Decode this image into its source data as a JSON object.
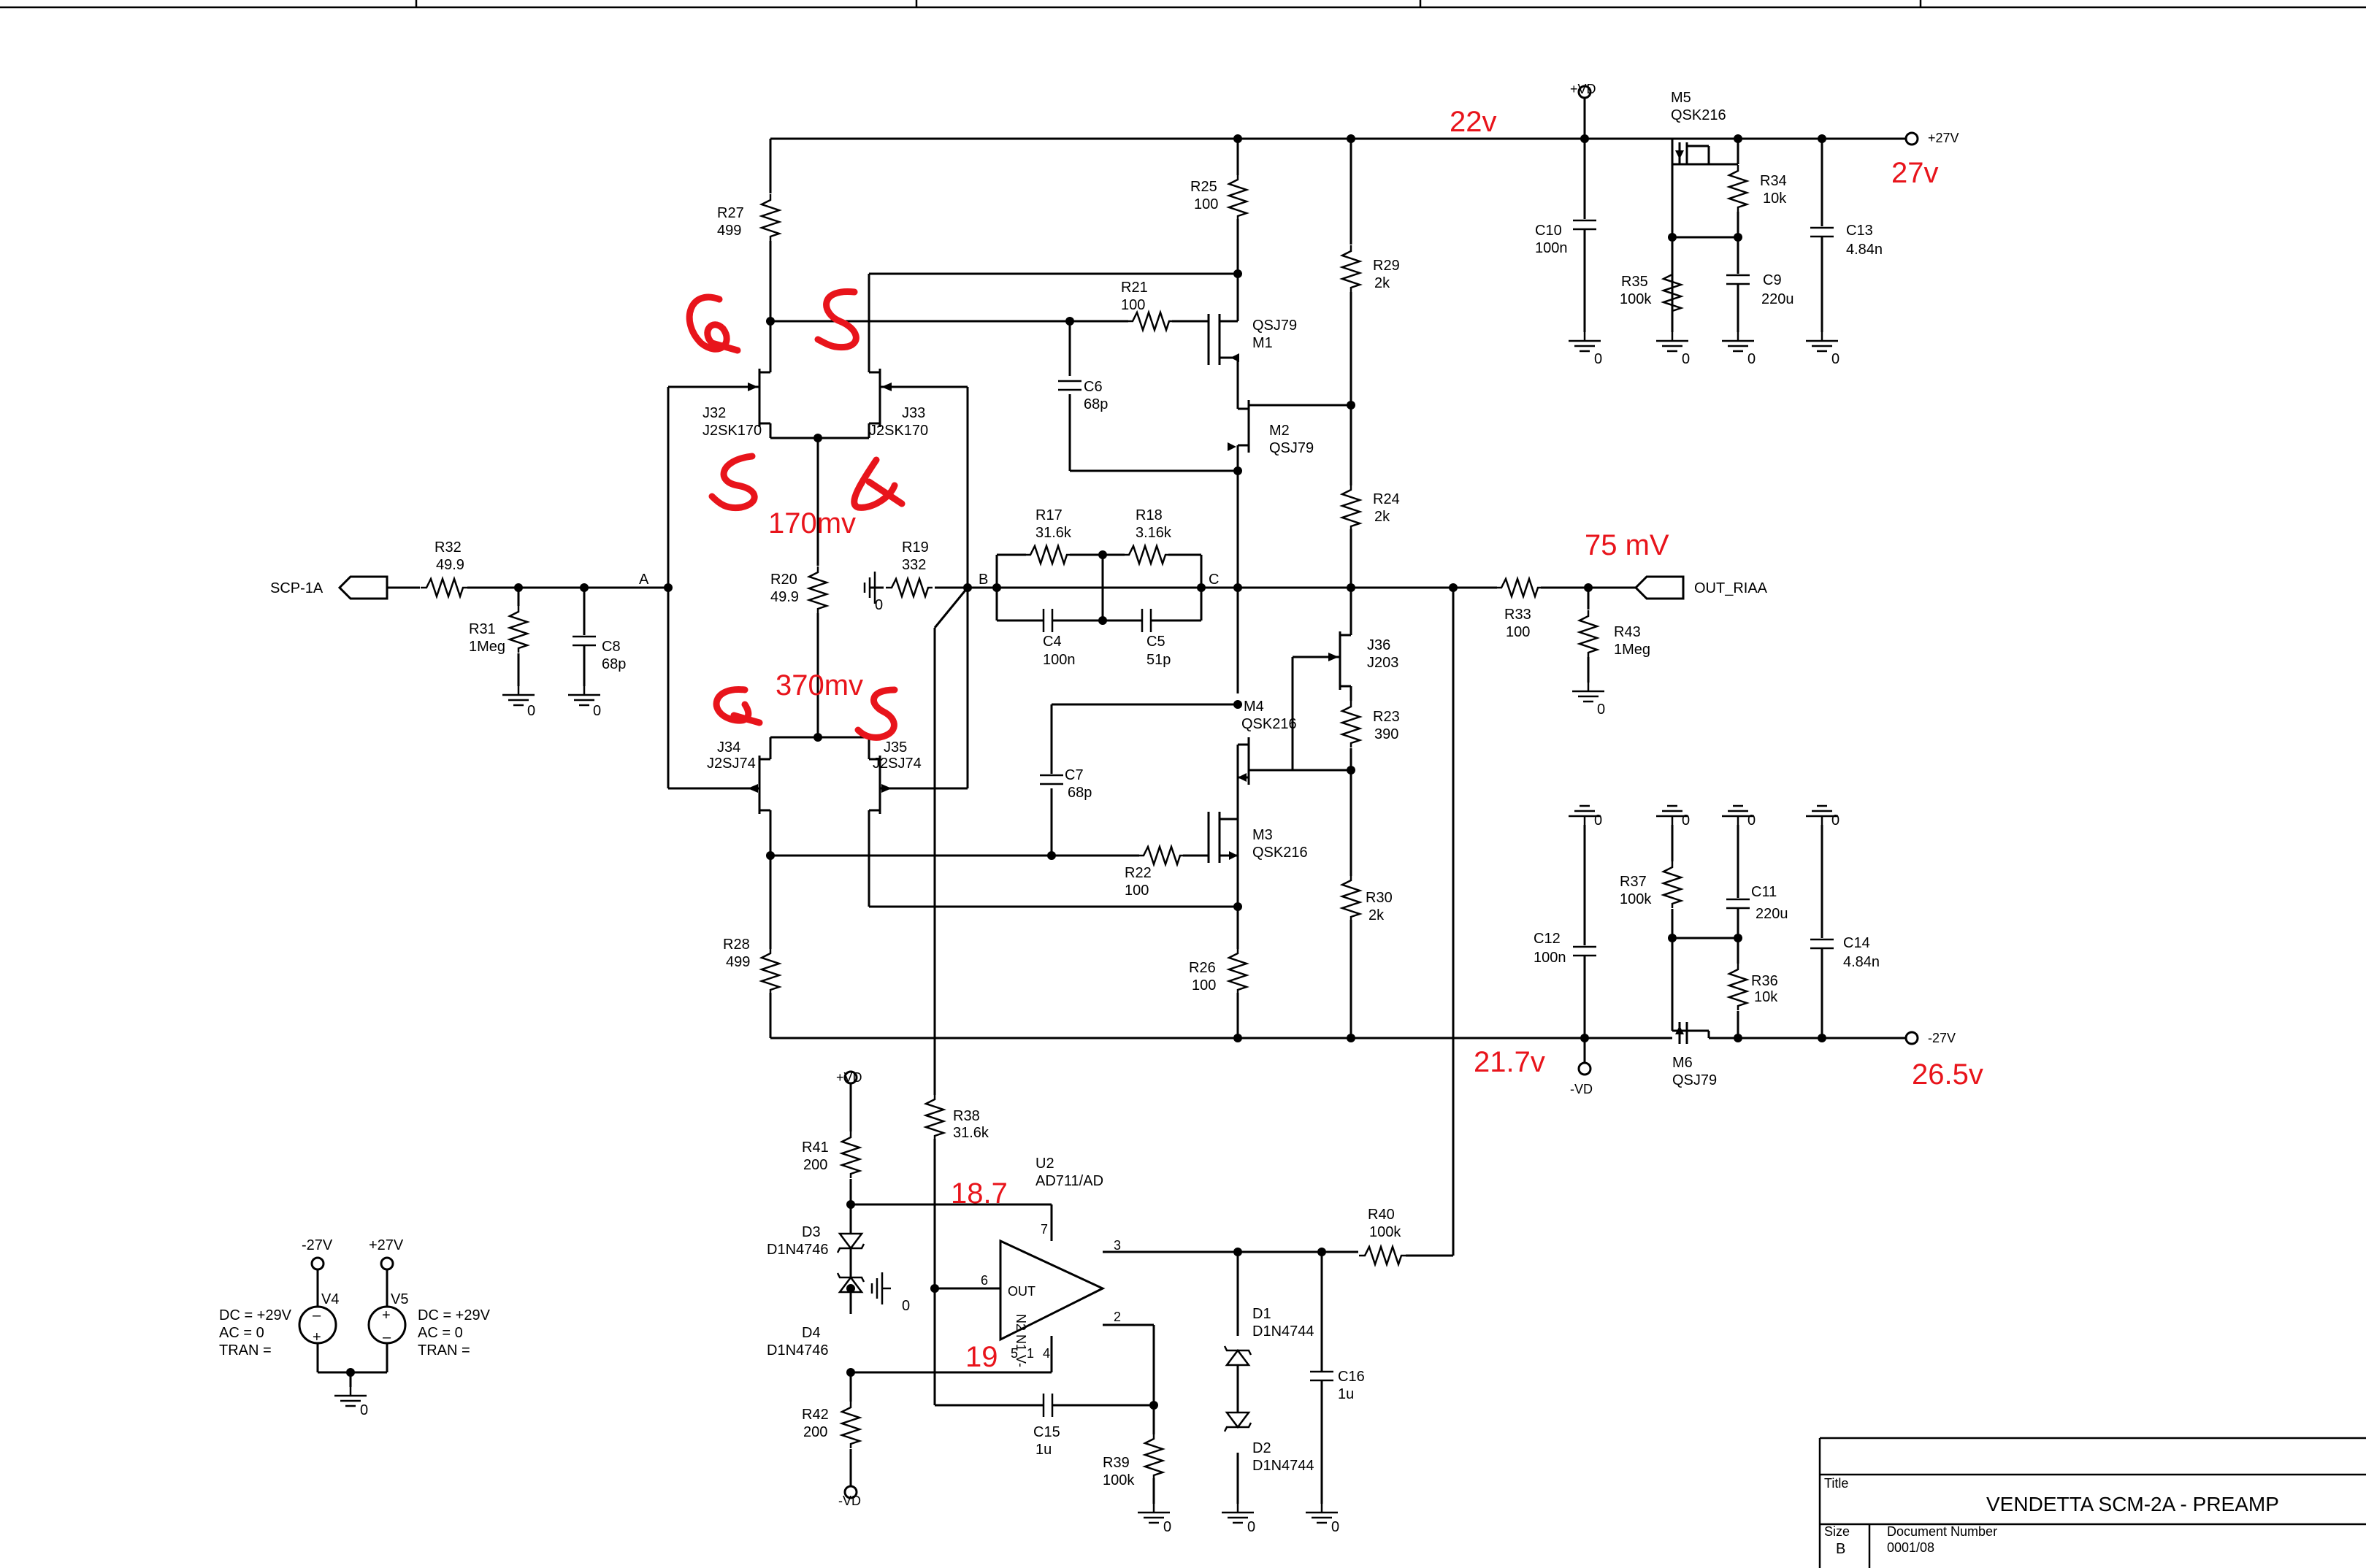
{
  "nets": {
    "vd_pos": "+VD",
    "vd_neg": "-VD",
    "rail_pos": "+27V",
    "rail_neg": "-27V",
    "input": "SCP-1A",
    "output": "OUT_RIAA",
    "node_a": "A",
    "node_b": "B",
    "node_c": "C",
    "gnd": "0"
  },
  "components": {
    "R27": {
      "ref": "R27",
      "value": "499"
    },
    "R28": {
      "ref": "R28",
      "value": "499"
    },
    "R25": {
      "ref": "R25",
      "value": "100"
    },
    "R26": {
      "ref": "R26",
      "value": "100"
    },
    "R29": {
      "ref": "R29",
      "value": "2k"
    },
    "R24": {
      "ref": "R24",
      "value": "2k"
    },
    "R30": {
      "ref": "R30",
      "value": "2k"
    },
    "R21": {
      "ref": "R21",
      "value": "100"
    },
    "R22": {
      "ref": "R22",
      "value": "100"
    },
    "R17": {
      "ref": "R17",
      "value": "31.6k"
    },
    "R18": {
      "ref": "R18",
      "value": "3.16k"
    },
    "R19": {
      "ref": "R19",
      "value": "332"
    },
    "R20": {
      "ref": "R20",
      "value": "49.9"
    },
    "R23": {
      "ref": "R23",
      "value": "390"
    },
    "R32": {
      "ref": "R32",
      "value": "49.9"
    },
    "R31": {
      "ref": "R31",
      "value": "1Meg"
    },
    "R33": {
      "ref": "R33",
      "value": "100"
    },
    "R43": {
      "ref": "R43",
      "value": "1Meg"
    },
    "R34": {
      "ref": "R34",
      "value": "10k"
    },
    "R35": {
      "ref": "R35",
      "value": "100k"
    },
    "R36": {
      "ref": "R36",
      "value": "10k"
    },
    "R37": {
      "ref": "R37",
      "value": "100k"
    },
    "R38": {
      "ref": "R38",
      "value": "31.6k"
    },
    "R39": {
      "ref": "R39",
      "value": "100k"
    },
    "R40": {
      "ref": "R40",
      "value": "100k"
    },
    "R41": {
      "ref": "R41",
      "value": "200"
    },
    "R42": {
      "ref": "R42",
      "value": "200"
    },
    "C4": {
      "ref": "C4",
      "value": "100n"
    },
    "C5": {
      "ref": "C5",
      "value": "51p"
    },
    "C6": {
      "ref": "C6",
      "value": "68p"
    },
    "C7": {
      "ref": "C7",
      "value": "68p"
    },
    "C8": {
      "ref": "C8",
      "value": "68p"
    },
    "C9": {
      "ref": "C9",
      "value": "220u"
    },
    "C10": {
      "ref": "C10",
      "value": "100n"
    },
    "C11": {
      "ref": "C11",
      "value": "220u"
    },
    "C12": {
      "ref": "C12",
      "value": "100n"
    },
    "C13": {
      "ref": "C13",
      "value": "4.84n"
    },
    "C14": {
      "ref": "C14",
      "value": "4.84n"
    },
    "C15": {
      "ref": "C15",
      "value": "1u"
    },
    "C16": {
      "ref": "C16",
      "value": "1u"
    },
    "J32": {
      "ref": "J32",
      "value": "J2SK170"
    },
    "J33": {
      "ref": "J33",
      "value": "J2SK170"
    },
    "J34": {
      "ref": "J34",
      "value": "J2SJ74"
    },
    "J35": {
      "ref": "J35",
      "value": "J2SJ74"
    },
    "J36": {
      "ref": "J36",
      "value": "J203"
    },
    "M1": {
      "ref": "M1",
      "value": "QSJ79"
    },
    "M2": {
      "ref": "M2",
      "value": "QSJ79"
    },
    "M3": {
      "ref": "M3",
      "value": "QSK216"
    },
    "M4": {
      "ref": "M4",
      "value": "QSK216"
    },
    "M5": {
      "ref": "M5",
      "value": "QSK216"
    },
    "M6": {
      "ref": "M6",
      "value": "QSJ79"
    },
    "D1": {
      "ref": "D1",
      "value": "D1N4744"
    },
    "D2": {
      "ref": "D2",
      "value": "D1N4744"
    },
    "D3": {
      "ref": "D3",
      "value": "D1N4746"
    },
    "D4": {
      "ref": "D4",
      "value": "D1N4746"
    },
    "U2": {
      "ref": "U2",
      "value": "AD711/AD",
      "out": "OUT",
      "pins": [
        "7",
        "6",
        "3",
        "2",
        "5",
        "1",
        "4"
      ],
      "small": "N2 N1 V-"
    },
    "V4": {
      "ref": "V4",
      "top": "-27V",
      "dc": "DC = +29V",
      "ac": "AC = 0",
      "tran": "TRAN ="
    },
    "V5": {
      "ref": "V5",
      "top": "+27V",
      "dc": "DC = +29V",
      "ac": "AC = 0",
      "tran": "TRAN ="
    }
  },
  "annotations": {
    "v22": "22v",
    "v27": "27v",
    "v21_7": "21.7v",
    "v26_5": "26.5v",
    "mv75": "75 mV",
    "mv170": "170mv",
    "mv370": "370mv",
    "v18_7": "18.7",
    "v19": "19"
  },
  "title_block": {
    "title_label": "Title",
    "title": "VENDETTA SCM-2A - PREAMP",
    "size_label": "Size",
    "size": "B",
    "docnum_label": "Document Number",
    "docnum": "0001/08"
  },
  "colors": {
    "annotation": "#e8141b",
    "wire": "#000000"
  }
}
